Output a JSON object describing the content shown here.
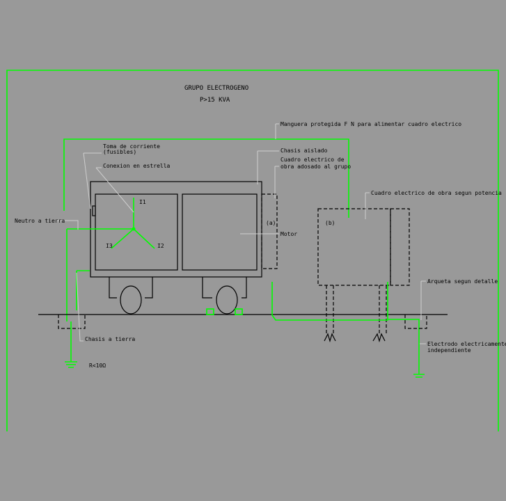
{
  "title": "GRUPO ELECTROGENO",
  "subtitle": "P>15 KVA",
  "labels": {
    "toma_1": "Toma de corriente",
    "toma_2": "(fusibles)",
    "conexion": "Conexion en estrella",
    "neutro": "Neutro a tierra",
    "chasis_tierra": "Chasis a tierra",
    "resistencia": "R<10Ω",
    "manguera": "Manguera protegida F N para alimentar cuadro electrico",
    "chasis_aislado": "Chasis aislado",
    "cuadro_adosado_1": "Cuadro electrico de",
    "cuadro_adosado_2": "obra adosado al grupo",
    "motor": "Motor",
    "cuadro_potencia": "Cuadro electrico de obra segun potencia",
    "arqueta": "Arqueta segun detalle",
    "electrodo_1": "Electrodo electricamente",
    "electrodo_2": "independiente",
    "a": "(a)",
    "b": "(b)",
    "i1": "I1",
    "i2": "I2",
    "i3": "I3"
  },
  "colors": {
    "background": "#999999",
    "wire": "#00ff00",
    "line": "#000000",
    "leader": "#cfcfcf"
  }
}
